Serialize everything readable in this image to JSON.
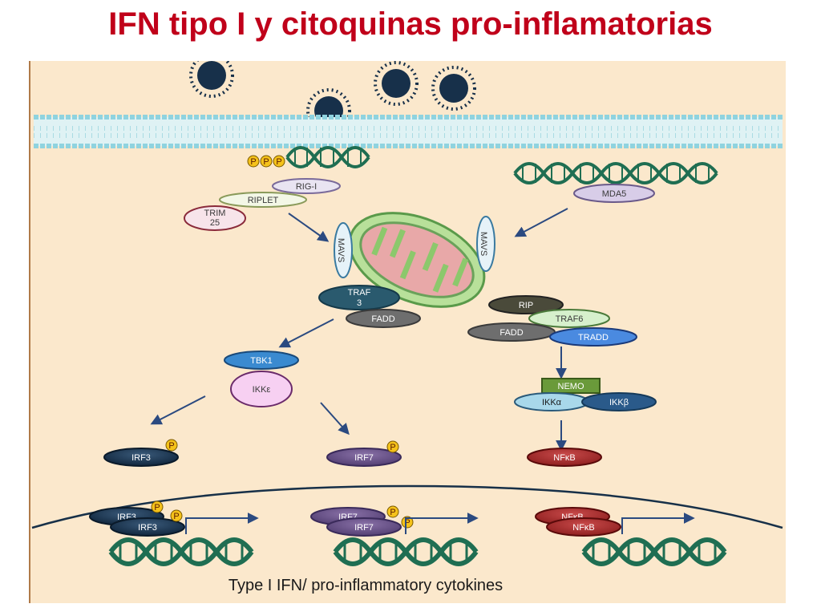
{
  "title": "IFN tipo I y citoquinas pro-inflamatorias",
  "labels": {
    "ppp": "P",
    "rig_i": "RIG-I",
    "riplet": "RIPLET",
    "trim25_line1": "TRIM",
    "trim25_line2": "25",
    "mda5": "MDA5",
    "mavs": "MAVS",
    "traf3_line1": "TRAF",
    "traf3_line2": "3",
    "fadd": "FADD",
    "rip": "RIP",
    "traf6": "TRAF6",
    "tradd": "TRADD",
    "tbk1": "TBK1",
    "ikke": "IKKε",
    "nemo": "NEMO",
    "ikka": "IKKα",
    "ikkb": "IKKβ",
    "irf3": "IRF3",
    "irf7": "IRF7",
    "nfkb": "NFκB",
    "phospho": "P",
    "caption": "Type I IFN/ pro-inflammatory cytokines"
  },
  "colors": {
    "title": "#c0001a",
    "background": "#fbe8cc",
    "membrane": "#8fd3df",
    "dna": "#1f6e52",
    "virus": "#17304a",
    "arrow": "#2b4a80",
    "mito_outer": "#8cc86c",
    "mito_inner": "#e8a8a8"
  }
}
